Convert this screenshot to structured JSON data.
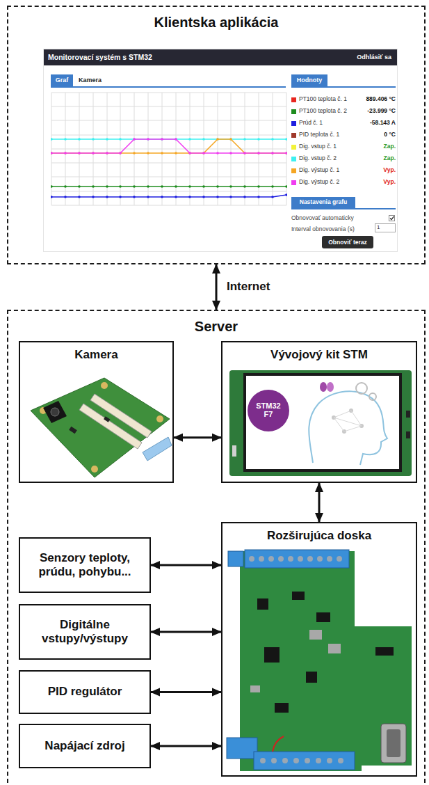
{
  "diagram": {
    "nodes": [
      {
        "text": [
          "Klientska aplikácia"
        ]
      },
      {
        "text": [
          "Server"
        ]
      },
      {
        "text": [
          "Kamera"
        ],
        "in": 1
      },
      {
        "text": [
          "Vývojový kit STM"
        ],
        "in": 1
      },
      {
        "text": [
          "Rozširujúca doska"
        ],
        "in": 1
      },
      {
        "text": [
          "Senzory teploty, prúdu, pohybu..."
        ],
        "in": 1
      },
      {
        "text": [
          "Digitálne vstupy/výstupy"
        ],
        "in": 1
      },
      {
        "text": [
          "PID regulátor"
        ],
        "in": 1
      },
      {
        "text": [
          "Napájací zdroj"
        ],
        "in": 1
      }
    ],
    "edges": [
      {
        "from": 0,
        "to": 1,
        "arrow": "both",
        "label": "Internet"
      },
      {
        "from": 2,
        "to": 3,
        "arrow": "both"
      },
      {
        "from": 3,
        "to": 4,
        "arrow": "both"
      },
      {
        "from": 5,
        "to": 4,
        "arrow": "both"
      },
      {
        "from": 6,
        "to": 4,
        "arrow": "both"
      },
      {
        "from": 7,
        "to": 4,
        "arrow": "both"
      },
      {
        "from": 8,
        "to": 4,
        "arrow": "both"
      }
    ],
    "labels": [
      "Monitorovací systém s STM32",
      "Odhlásiť sa",
      "Graf",
      "Kamera",
      "Hodnoty",
      "889.406 °C",
      "-23.999 °C",
      "-58.143 A",
      "0 °C",
      "Zap.",
      "Zap.",
      "Vyp.",
      "Vyp.",
      "Nastavenia grafu",
      "Obnovovať automaticky",
      "Interval obnovovania (s)",
      "1",
      "Obnoviť teraz",
      "STM32 F7"
    ],
    "legend": [
      {
        "text": "PT100 teplota č. 1",
        "color": "#e8261f"
      },
      {
        "text": "PT100 teplota č. 2",
        "color": "#1e8c1e"
      },
      {
        "text": "Prúd č. 1",
        "color": "#1f1fe0"
      },
      {
        "text": "PID teplota č. 1",
        "color": "#a0392b"
      },
      {
        "text": "Dig. vstup č. 1",
        "color": "#f2f23a"
      },
      {
        "text": "Dig. vstup č. 2",
        "color": "#3ef0f0"
      },
      {
        "text": "Dig. výstup č. 1",
        "color": "#f5a623"
      },
      {
        "text": "Dig. výstup č. 2",
        "color": "#f03cf0"
      }
    ]
  }
}
